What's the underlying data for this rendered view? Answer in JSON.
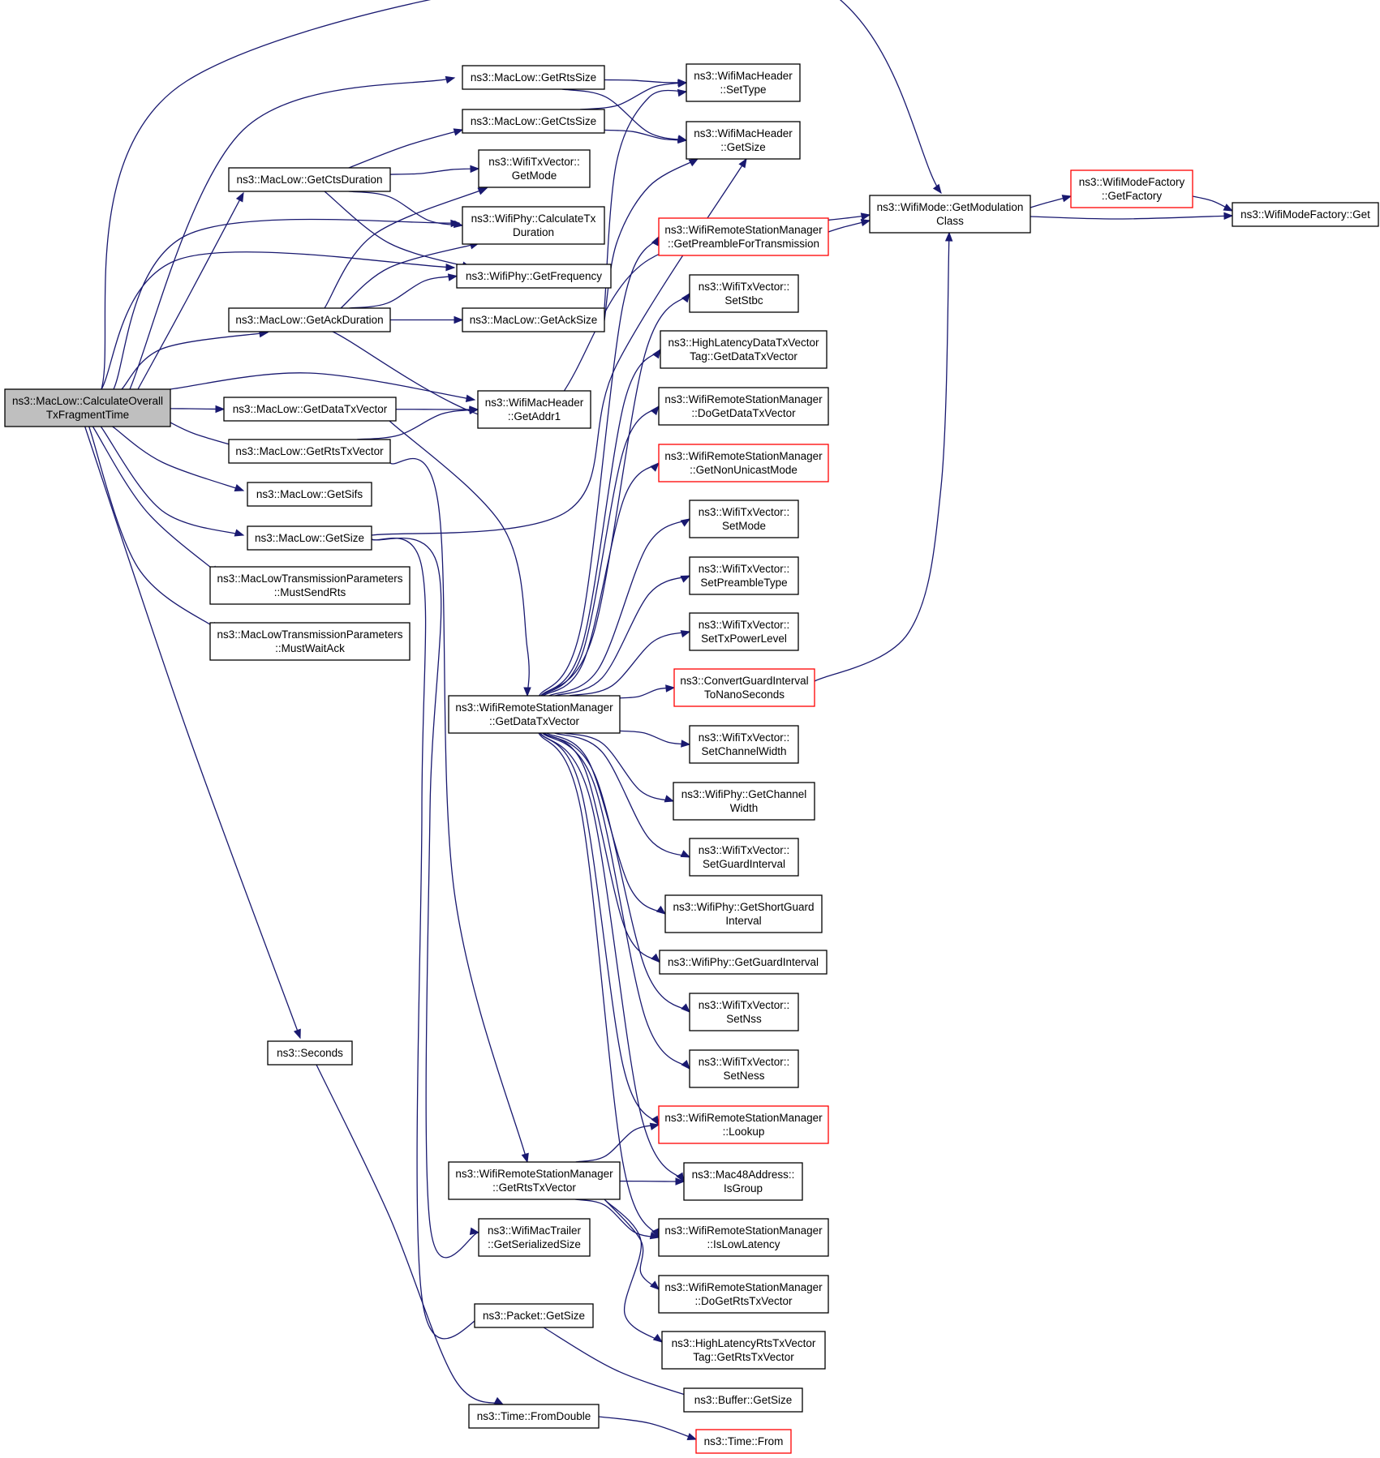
{
  "colors": {
    "edge": "#191970",
    "root_fill": "#bfbfbf",
    "red_border": "#ff0000",
    "node_border": "#000000"
  },
  "nodes": {
    "root": {
      "lines": [
        "ns3::MacLow::CalculateOverall",
        "TxFragmentTime"
      ],
      "style": "root"
    },
    "getRtsSize": {
      "lines": [
        "ns3::MacLow::GetRtsSize"
      ]
    },
    "getCtsSize": {
      "lines": [
        "ns3::MacLow::GetCtsSize"
      ]
    },
    "getCtsDuration": {
      "lines": [
        "ns3::MacLow::GetCtsDuration"
      ]
    },
    "getAckDuration": {
      "lines": [
        "ns3::MacLow::GetAckDuration"
      ]
    },
    "getAckSize": {
      "lines": [
        "ns3::MacLow::GetAckSize"
      ]
    },
    "getDataTxVectorML": {
      "lines": [
        "ns3::MacLow::GetDataTxVector"
      ]
    },
    "getRtsTxVectorML": {
      "lines": [
        "ns3::MacLow::GetRtsTxVector"
      ]
    },
    "getSifs": {
      "lines": [
        "ns3::MacLow::GetSifs"
      ]
    },
    "macLowGetSize": {
      "lines": [
        "ns3::MacLow::GetSize"
      ]
    },
    "mustSendRts": {
      "lines": [
        "ns3::MacLowTransmissionParameters",
        "::MustSendRts"
      ]
    },
    "mustWaitAck": {
      "lines": [
        "ns3::MacLowTransmissionParameters",
        "::MustWaitAck"
      ]
    },
    "seconds": {
      "lines": [
        "ns3::Seconds"
      ]
    },
    "setType": {
      "lines": [
        "ns3::WifiMacHeader",
        "::SetType"
      ]
    },
    "wmhGetSize": {
      "lines": [
        "ns3::WifiMacHeader",
        "::GetSize"
      ]
    },
    "txvGetMode": {
      "lines": [
        "ns3::WifiTxVector::",
        "GetMode"
      ]
    },
    "calcTxDuration": {
      "lines": [
        "ns3::WifiPhy::CalculateTx",
        "Duration"
      ]
    },
    "getFrequency": {
      "lines": [
        "ns3::WifiPhy::GetFrequency"
      ]
    },
    "getAddr1": {
      "lines": [
        "ns3::WifiMacHeader",
        "::GetAddr1"
      ]
    },
    "wrsmGetDataTxVector": {
      "lines": [
        "ns3::WifiRemoteStationManager",
        "::GetDataTxVector"
      ]
    },
    "wrsmGetRtsTxVector": {
      "lines": [
        "ns3::WifiRemoteStationManager",
        "::GetRtsTxVector"
      ]
    },
    "getSerializedSize": {
      "lines": [
        "ns3::WifiMacTrailer",
        "::GetSerializedSize"
      ]
    },
    "packetGetSize": {
      "lines": [
        "ns3::Packet::GetSize"
      ]
    },
    "fromDouble": {
      "lines": [
        "ns3::Time::FromDouble"
      ]
    },
    "getModulationClass": {
      "lines": [
        "ns3::WifiMode::GetModulation",
        "Class"
      ]
    },
    "getPreamble": {
      "lines": [
        "ns3::WifiRemoteStationManager",
        "::GetPreambleForTransmission"
      ],
      "style": "red"
    },
    "setStbc": {
      "lines": [
        "ns3::WifiTxVector::",
        "SetStbc"
      ]
    },
    "hlDataTag": {
      "lines": [
        "ns3::HighLatencyDataTxVector",
        "Tag::GetDataTxVector"
      ]
    },
    "doGetDataTxVector": {
      "lines": [
        "ns3::WifiRemoteStationManager",
        "::DoGetDataTxVector"
      ]
    },
    "getNonUnicastMode": {
      "lines": [
        "ns3::WifiRemoteStationManager",
        "::GetNonUnicastMode"
      ],
      "style": "red"
    },
    "setMode": {
      "lines": [
        "ns3::WifiTxVector::",
        "SetMode"
      ]
    },
    "setPreambleType": {
      "lines": [
        "ns3::WifiTxVector::",
        "SetPreambleType"
      ]
    },
    "setTxPowerLevel": {
      "lines": [
        "ns3::WifiTxVector::",
        "SetTxPowerLevel"
      ]
    },
    "convertGuard": {
      "lines": [
        "ns3::ConvertGuardInterval",
        "ToNanoSeconds"
      ],
      "style": "red"
    },
    "setChannelWidth": {
      "lines": [
        "ns3::WifiTxVector::",
        "SetChannelWidth"
      ]
    },
    "getChannelWidth": {
      "lines": [
        "ns3::WifiPhy::GetChannel",
        "Width"
      ]
    },
    "setGuardInterval": {
      "lines": [
        "ns3::WifiTxVector::",
        "SetGuardInterval"
      ]
    },
    "getShortGuard": {
      "lines": [
        "ns3::WifiPhy::GetShortGuard",
        "Interval"
      ]
    },
    "getGuardInterval": {
      "lines": [
        "ns3::WifiPhy::GetGuardInterval"
      ]
    },
    "setNss": {
      "lines": [
        "ns3::WifiTxVector::",
        "SetNss"
      ]
    },
    "setNess": {
      "lines": [
        "ns3::WifiTxVector::",
        "SetNess"
      ]
    },
    "lookup": {
      "lines": [
        "ns3::WifiRemoteStationManager",
        "::Lookup"
      ],
      "style": "red"
    },
    "isGroup": {
      "lines": [
        "ns3::Mac48Address::",
        "IsGroup"
      ]
    },
    "isLowLatency": {
      "lines": [
        "ns3::WifiRemoteStationManager",
        "::IsLowLatency"
      ]
    },
    "doGetRtsTxVector": {
      "lines": [
        "ns3::WifiRemoteStationManager",
        "::DoGetRtsTxVector"
      ]
    },
    "hlRtsTag": {
      "lines": [
        "ns3::HighLatencyRtsTxVector",
        "Tag::GetRtsTxVector"
      ]
    },
    "bufferGetSize": {
      "lines": [
        "ns3::Buffer::GetSize"
      ]
    },
    "timeFrom": {
      "lines": [
        "ns3::Time::From"
      ],
      "style": "red"
    },
    "wmfGetFactory": {
      "lines": [
        "ns3::WifiModeFactory",
        "::GetFactory"
      ],
      "style": "red"
    },
    "wmfGet": {
      "lines": [
        "ns3::WifiModeFactory::Get"
      ]
    }
  },
  "edges": [
    [
      "root",
      "getRtsSize"
    ],
    [
      "root",
      "getCtsDuration"
    ],
    [
      "root",
      "calcTxDuration"
    ],
    [
      "root",
      "getFrequency"
    ],
    [
      "root",
      "getAckDuration"
    ],
    [
      "root",
      "getAddr1"
    ],
    [
      "root",
      "getDataTxVectorML"
    ],
    [
      "root",
      "getRtsTxVectorML"
    ],
    [
      "root",
      "getSifs"
    ],
    [
      "root",
      "macLowGetSize"
    ],
    [
      "root",
      "mustSendRts"
    ],
    [
      "root",
      "mustWaitAck"
    ],
    [
      "root",
      "seconds"
    ],
    [
      "root",
      "getModulationClass"
    ],
    [
      "getRtsSize",
      "setType"
    ],
    [
      "getRtsSize",
      "wmhGetSize"
    ],
    [
      "getCtsSize",
      "setType"
    ],
    [
      "getCtsSize",
      "wmhGetSize"
    ],
    [
      "getCtsDuration",
      "getCtsSize"
    ],
    [
      "getCtsDuration",
      "txvGetMode"
    ],
    [
      "getCtsDuration",
      "calcTxDuration"
    ],
    [
      "getCtsDuration",
      "getFrequency"
    ],
    [
      "getAckDuration",
      "txvGetMode"
    ],
    [
      "getAckDuration",
      "calcTxDuration"
    ],
    [
      "getAckDuration",
      "getFrequency"
    ],
    [
      "getAckDuration",
      "getAckSize"
    ],
    [
      "getAckDuration",
      "getModulationClass"
    ],
    [
      "getAckSize",
      "setType"
    ],
    [
      "getAckSize",
      "wmhGetSize"
    ],
    [
      "getDataTxVectorML",
      "getAddr1"
    ],
    [
      "getDataTxVectorML",
      "wrsmGetDataTxVector"
    ],
    [
      "getRtsTxVectorML",
      "getAddr1"
    ],
    [
      "getRtsTxVectorML",
      "wrsmGetRtsTxVector"
    ],
    [
      "macLowGetSize",
      "wmhGetSize"
    ],
    [
      "macLowGetSize",
      "getSerializedSize"
    ],
    [
      "macLowGetSize",
      "packetGetSize"
    ],
    [
      "seconds",
      "fromDouble"
    ],
    [
      "fromDouble",
      "timeFrom"
    ],
    [
      "packetGetSize",
      "bufferGetSize"
    ],
    [
      "wrsmGetDataTxVector",
      "getPreamble"
    ],
    [
      "wrsmGetDataTxVector",
      "setStbc"
    ],
    [
      "wrsmGetDataTxVector",
      "hlDataTag"
    ],
    [
      "wrsmGetDataTxVector",
      "doGetDataTxVector"
    ],
    [
      "wrsmGetDataTxVector",
      "getNonUnicastMode"
    ],
    [
      "wrsmGetDataTxVector",
      "setMode"
    ],
    [
      "wrsmGetDataTxVector",
      "setPreambleType"
    ],
    [
      "wrsmGetDataTxVector",
      "setTxPowerLevel"
    ],
    [
      "wrsmGetDataTxVector",
      "convertGuard"
    ],
    [
      "wrsmGetDataTxVector",
      "setChannelWidth"
    ],
    [
      "wrsmGetDataTxVector",
      "getChannelWidth"
    ],
    [
      "wrsmGetDataTxVector",
      "setGuardInterval"
    ],
    [
      "wrsmGetDataTxVector",
      "getShortGuard"
    ],
    [
      "wrsmGetDataTxVector",
      "getGuardInterval"
    ],
    [
      "wrsmGetDataTxVector",
      "setNss"
    ],
    [
      "wrsmGetDataTxVector",
      "setNess"
    ],
    [
      "wrsmGetDataTxVector",
      "lookup"
    ],
    [
      "wrsmGetDataTxVector",
      "isGroup"
    ],
    [
      "wrsmGetDataTxVector",
      "isLowLatency"
    ],
    [
      "wrsmGetRtsTxVector",
      "lookup"
    ],
    [
      "wrsmGetRtsTxVector",
      "isGroup"
    ],
    [
      "wrsmGetRtsTxVector",
      "isLowLatency"
    ],
    [
      "wrsmGetRtsTxVector",
      "doGetRtsTxVector"
    ],
    [
      "wrsmGetRtsTxVector",
      "hlRtsTag"
    ],
    [
      "getPreamble",
      "getModulationClass"
    ],
    [
      "convertGuard",
      "getModulationClass"
    ],
    [
      "getModulationClass",
      "wmfGetFactory"
    ],
    [
      "getModulationClass",
      "wmfGet"
    ],
    [
      "wmfGetFactory",
      "wmfGet"
    ]
  ]
}
